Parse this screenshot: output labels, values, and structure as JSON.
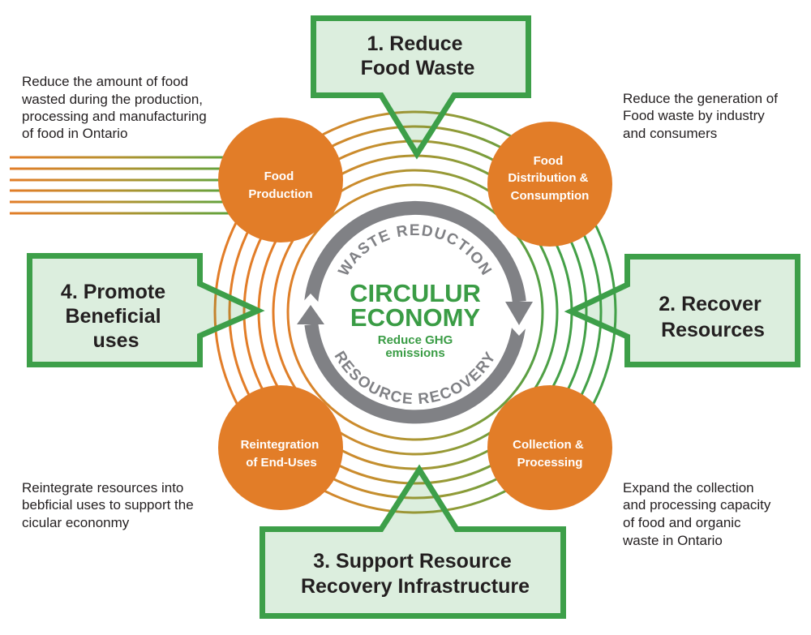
{
  "colors": {
    "orange": "#e27d28",
    "green": "#3d9f49",
    "callout_fill": "#3d9e48",
    "gray_arrow": "#808185",
    "center_green": "#3a9c45",
    "text_dark": "#231f20"
  },
  "callouts": [
    {
      "id": "reduce-food-waste",
      "lines": [
        "1. Reduce",
        "Food Waste"
      ]
    },
    {
      "id": "recover-resources",
      "lines": [
        "2. Recover",
        "Resources"
      ]
    },
    {
      "id": "support-infrastructure",
      "lines": [
        "3. Support Resource",
        "Recovery Infrastructure"
      ]
    },
    {
      "id": "promote-beneficial-uses",
      "lines": [
        "4. Promote",
        "Beneficial",
        "uses"
      ]
    }
  ],
  "nodes": [
    {
      "id": "food-production",
      "lines": [
        "Food",
        "Production"
      ]
    },
    {
      "id": "food-distribution",
      "lines": [
        "Food",
        "Distribution &",
        "Consumption"
      ]
    },
    {
      "id": "collection-processing",
      "lines": [
        "Collection &",
        "Processing"
      ]
    },
    {
      "id": "reintegration",
      "lines": [
        "Reintegration",
        "of End-Uses"
      ]
    }
  ],
  "descriptions": {
    "top_left": [
      "Reduce the amount of food",
      "wasted during the production,",
      "processing and manufacturing",
      "of food in Ontario"
    ],
    "top_right": [
      "Reduce the generation of",
      "Food waste by industry",
      "and consumers"
    ],
    "bottom_left": [
      "Reintegrate resources into",
      "bebficial uses to support the",
      "cicular econonmy"
    ],
    "bottom_right": [
      "Expand the collection",
      "and processing capacity",
      "of food and organic",
      "waste in Ontario"
    ]
  },
  "center": {
    "title_line1": "CIRCULUR",
    "title_line2": "ECONOMY",
    "subtitle_line1": "Reduce GHG",
    "subtitle_line2": "emissions",
    "arc_top": "WASTE REDUCTION",
    "arc_bottom": "RESOURCE RECOVERY"
  }
}
